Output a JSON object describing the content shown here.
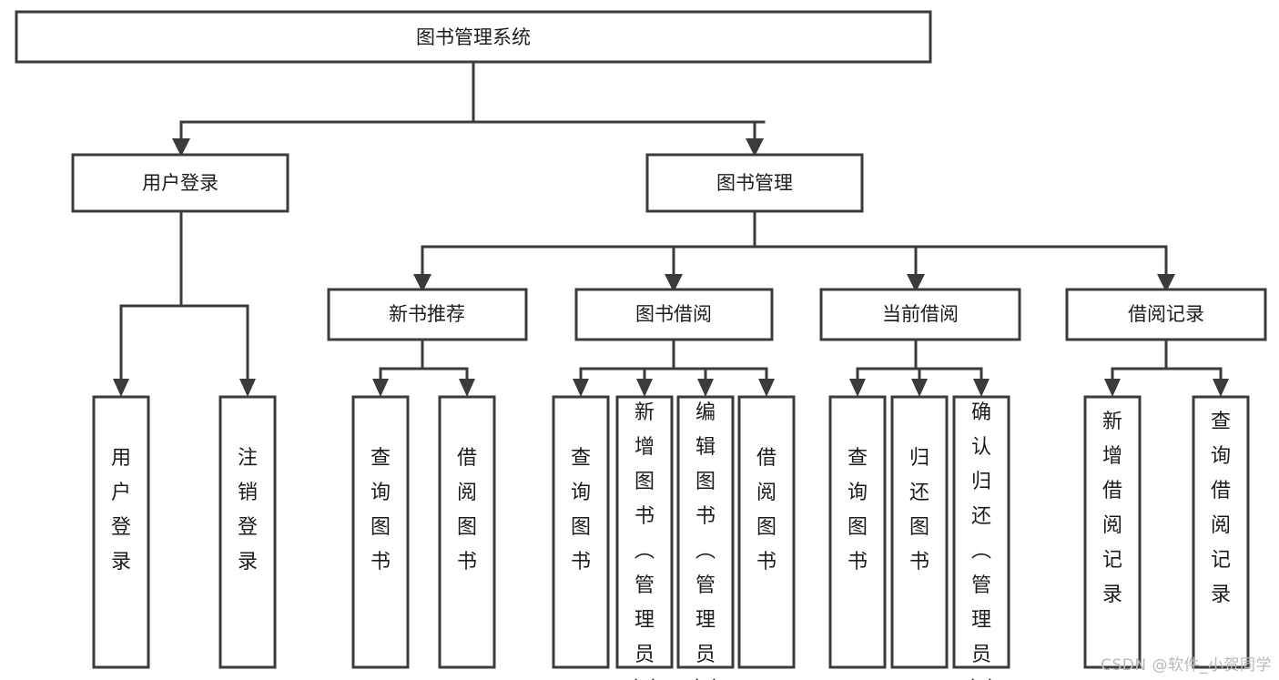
{
  "diagram": {
    "title": "图书管理系统",
    "watermark": "CSDN @软件_小贺同学",
    "type": "tree-hierarchy-chart",
    "root": {
      "label": "图书管理系统",
      "children": [
        {
          "label": "用户登录",
          "children": [
            {
              "label": "用户登录"
            },
            {
              "label": "注销登录"
            }
          ]
        },
        {
          "label": "图书管理",
          "children": [
            {
              "label": "新书推荐",
              "children": [
                {
                  "label": "查询图书"
                },
                {
                  "label": "借阅图书"
                }
              ]
            },
            {
              "label": "图书借阅",
              "children": [
                {
                  "label": "查询图书"
                },
                {
                  "label": "新增图书（管理员）"
                },
                {
                  "label": "编辑图书（管理员）"
                },
                {
                  "label": "借阅图书"
                }
              ]
            },
            {
              "label": "当前借阅",
              "children": [
                {
                  "label": "查询图书"
                },
                {
                  "label": "归还图书"
                },
                {
                  "label": "确认归还（管理员）"
                }
              ]
            },
            {
              "label": "借阅记录",
              "children": [
                {
                  "label": "新增借阅记录"
                },
                {
                  "label": "查询借阅记录"
                }
              ]
            }
          ]
        }
      ]
    },
    "nodes": {
      "root": "图书管理系统",
      "level1": [
        "用户登录",
        "图书管理"
      ],
      "level2": [
        "新书推荐",
        "图书借阅",
        "当前借阅",
        "借阅记录"
      ],
      "leaves_user_login": [
        "用户登录",
        "注销登录"
      ],
      "leaves_new_book": [
        "查询图书",
        "借阅图书"
      ],
      "leaves_borrow": [
        "查询图书",
        "新增图书（管理员）",
        "编辑图书（管理员）",
        "借阅图书"
      ],
      "leaves_current": [
        "查询图书",
        "归还图书",
        "确认归还（管理员）"
      ],
      "leaves_record": [
        "新增借阅记录",
        "查询借阅记录"
      ]
    },
    "colors": {
      "box_stroke": "#3b3b3b",
      "box_fill": "#ffffff",
      "text": "#1c1c1c",
      "connector": "#3b3b3b",
      "watermark": "#b9b9b9",
      "background": "#ffffff"
    }
  }
}
